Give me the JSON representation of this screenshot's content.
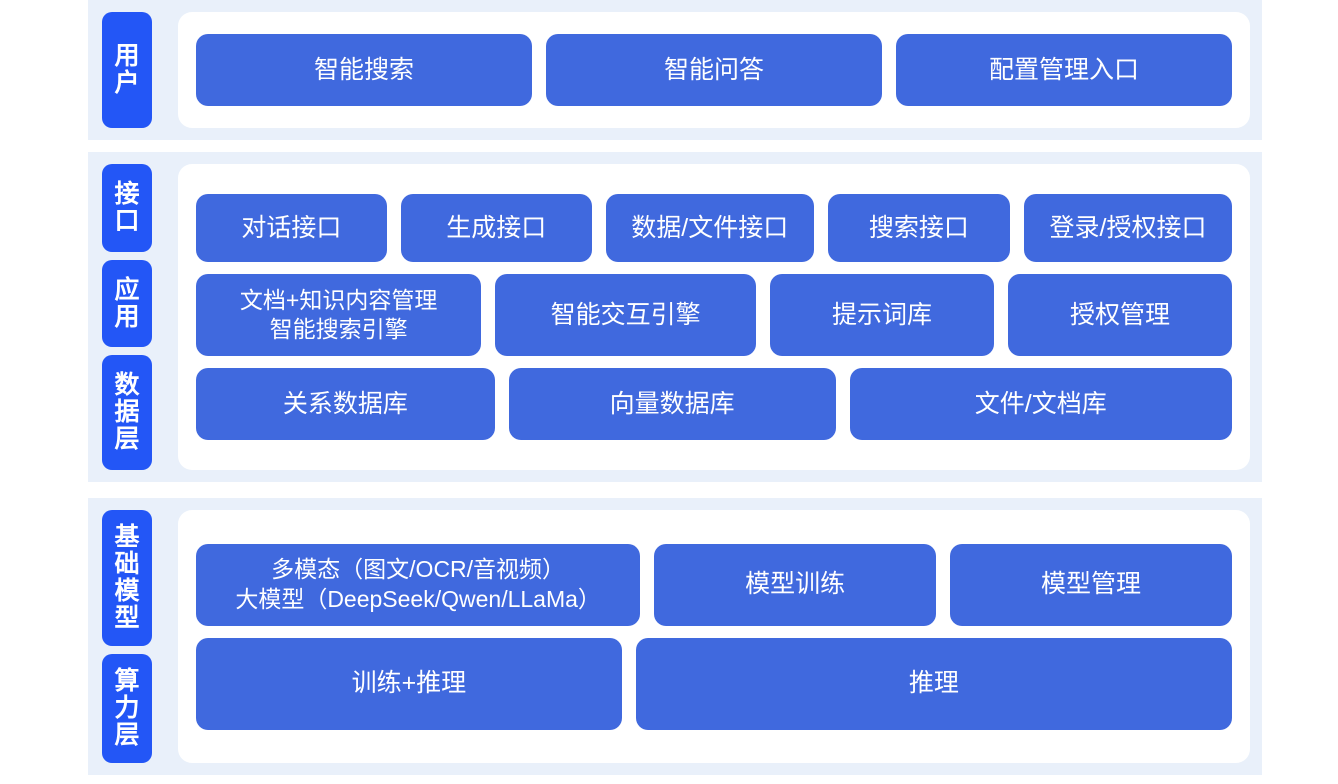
{
  "colors": {
    "band_background": "#e9f0fa",
    "panel_background": "#ffffff",
    "tab_blue": "#2356f6",
    "card_blue": "#4069de",
    "card_text": "#ffffff",
    "page_background": "#ffffff"
  },
  "sections": [
    {
      "id": "user",
      "tabs": [
        {
          "label": "用户"
        }
      ],
      "rows": [
        {
          "id": "user-entries",
          "cards": [
            {
              "label": "智能搜索"
            },
            {
              "label": "智能问答"
            },
            {
              "label": "配置管理入口"
            }
          ]
        }
      ]
    },
    {
      "id": "platform",
      "tabs": [
        {
          "label": "接口"
        },
        {
          "label": "应用"
        },
        {
          "label": "数据层"
        }
      ],
      "rows": [
        {
          "id": "interface-row",
          "cards": [
            {
              "label": "对话接口"
            },
            {
              "label": "生成接口"
            },
            {
              "label": "数据/文件接口"
            },
            {
              "label": "搜索接口"
            },
            {
              "label": "登录/授权接口"
            }
          ]
        },
        {
          "id": "application-row",
          "cards": [
            {
              "label": "文档+知识内容管理\n智能搜索引擎"
            },
            {
              "label": "智能交互引擎"
            },
            {
              "label": "提示词库"
            },
            {
              "label": "授权管理"
            }
          ]
        },
        {
          "id": "data-row",
          "cards": [
            {
              "label": "关系数据库"
            },
            {
              "label": "向量数据库"
            },
            {
              "label": "文件/文档库"
            }
          ]
        }
      ]
    },
    {
      "id": "infrastructure",
      "tabs": [
        {
          "label": "基础模型"
        },
        {
          "label": "算力层"
        }
      ],
      "rows": [
        {
          "id": "model-row",
          "cards": [
            {
              "label": "多模态（图文/OCR/音视频）\n大模型（DeepSeek/Qwen/LLaMa）"
            },
            {
              "label": "模型训练"
            },
            {
              "label": "模型管理"
            }
          ]
        },
        {
          "id": "compute-row",
          "cards": [
            {
              "label": "训练+推理"
            },
            {
              "label": "推理"
            }
          ]
        }
      ]
    }
  ]
}
